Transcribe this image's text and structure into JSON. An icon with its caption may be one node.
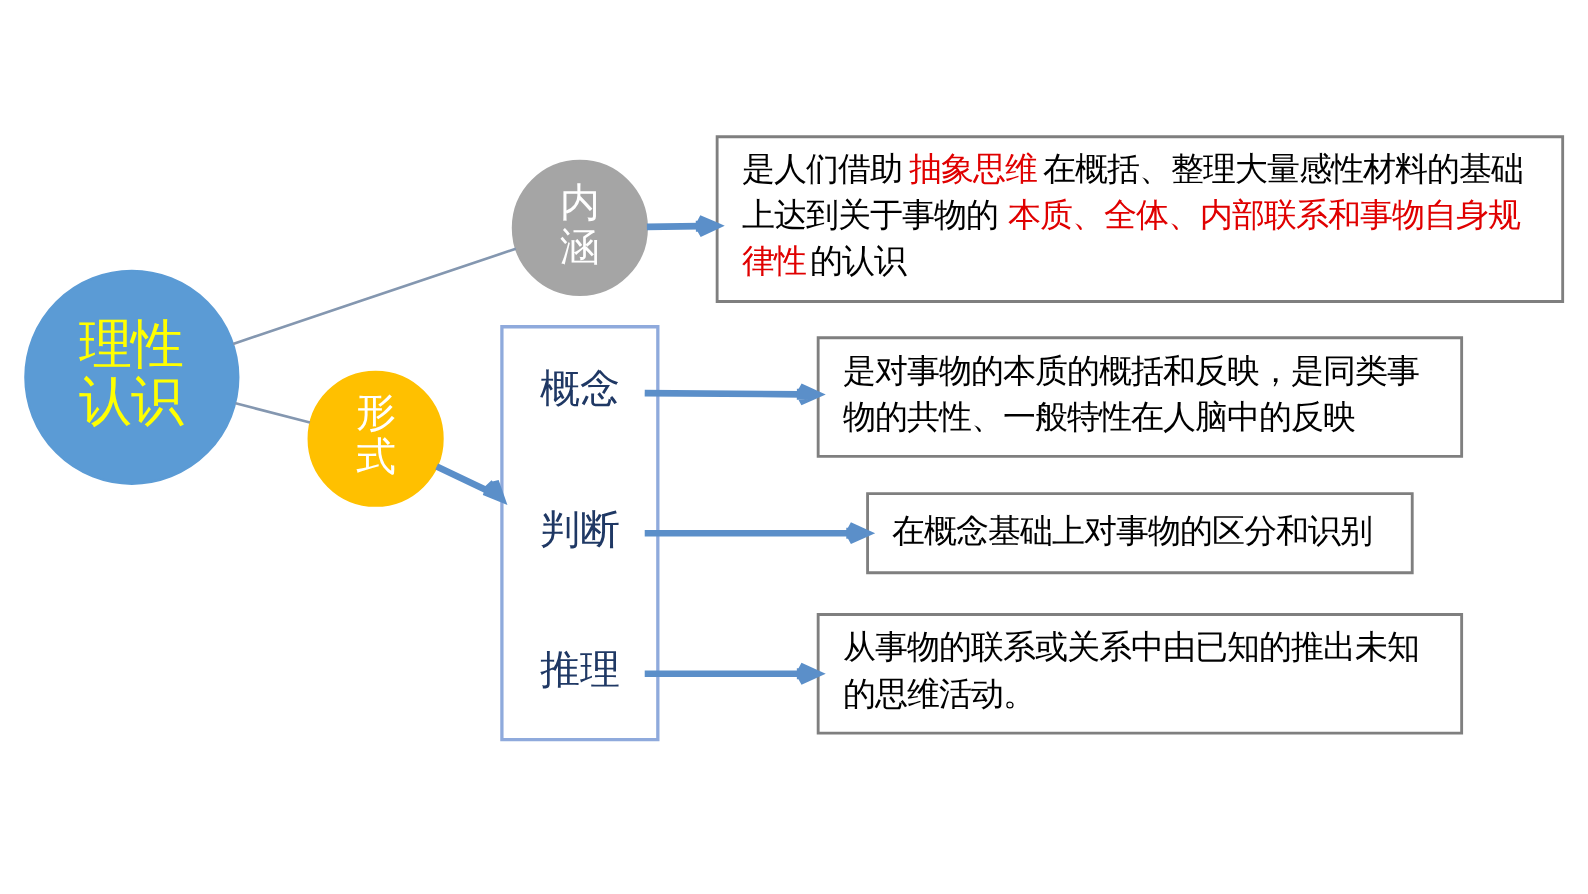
{
  "diagram": {
    "nodes": [
      {
        "text": [
          "理性认识"
        ]
      },
      {
        "text": [
          "内涵"
        ]
      },
      {
        "text": [
          "形式"
        ]
      },
      {
        "text": [
          "是人们借助**抽象思维**在概括、整理大量感性材料的基础上达到关于事物的**本质、全体、内部联系和事物自身规律性**的认识"
        ]
      },
      {
        "text": [],
        "shape": "box"
      },
      {
        "text": [
          "概念"
        ],
        "in": 4
      },
      {
        "text": [
          "判断"
        ],
        "in": 4
      },
      {
        "text": [
          "推理"
        ],
        "in": 4
      },
      {
        "text": [
          "是对事物的本质的概括和反映，是同类事物的共性、一般特性在人脑中的反映"
        ]
      },
      {
        "text": [
          "在概念基础上对事物的区分和识别"
        ]
      },
      {
        "text": [
          "从事物的联系或关系中由已知的推出未知的思维活动。"
        ]
      }
    ],
    "edges": [
      {
        "from": 0,
        "to": 1,
        "arrow": "none",
        "color": "#8497b0"
      },
      {
        "from": 0,
        "to": 2,
        "arrow": "none",
        "color": "#8497b0"
      },
      {
        "from": 1,
        "to": 3,
        "arrow": "to"
      },
      {
        "from": 2,
        "to": 4,
        "arrow": "to"
      },
      {
        "from": 5,
        "to": 8,
        "arrow": "to"
      },
      {
        "from": 6,
        "to": 9,
        "arrow": "to"
      },
      {
        "from": 7,
        "to": 10,
        "arrow": "to"
      }
    ]
  }
}
